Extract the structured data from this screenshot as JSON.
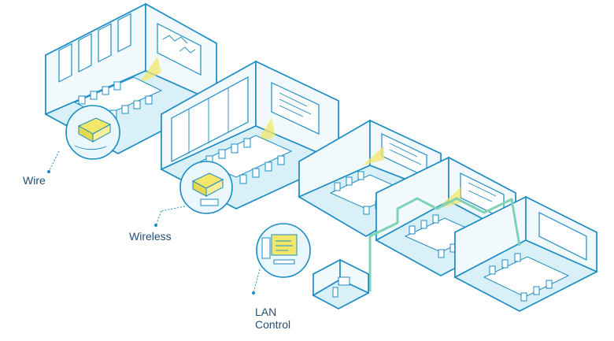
{
  "labels": {
    "wire": "Wire",
    "wireless": "Wireless",
    "lan_control": "LAN\nControl"
  },
  "colors": {
    "line": "#1b8cc4",
    "room_floor": "#d6eff8",
    "room_wall": "#eef8fc",
    "room_wall_dark": "#c8e8f4",
    "glass": "#f4fbfe",
    "accent_projector": "#f3e76a",
    "label_text": "#1f4e79",
    "cable": "#7fd3b4"
  },
  "icons": {
    "wire": "projector-wired-icon",
    "wireless": "projector-wireless-icon",
    "lan": "lan-monitor-icon"
  }
}
